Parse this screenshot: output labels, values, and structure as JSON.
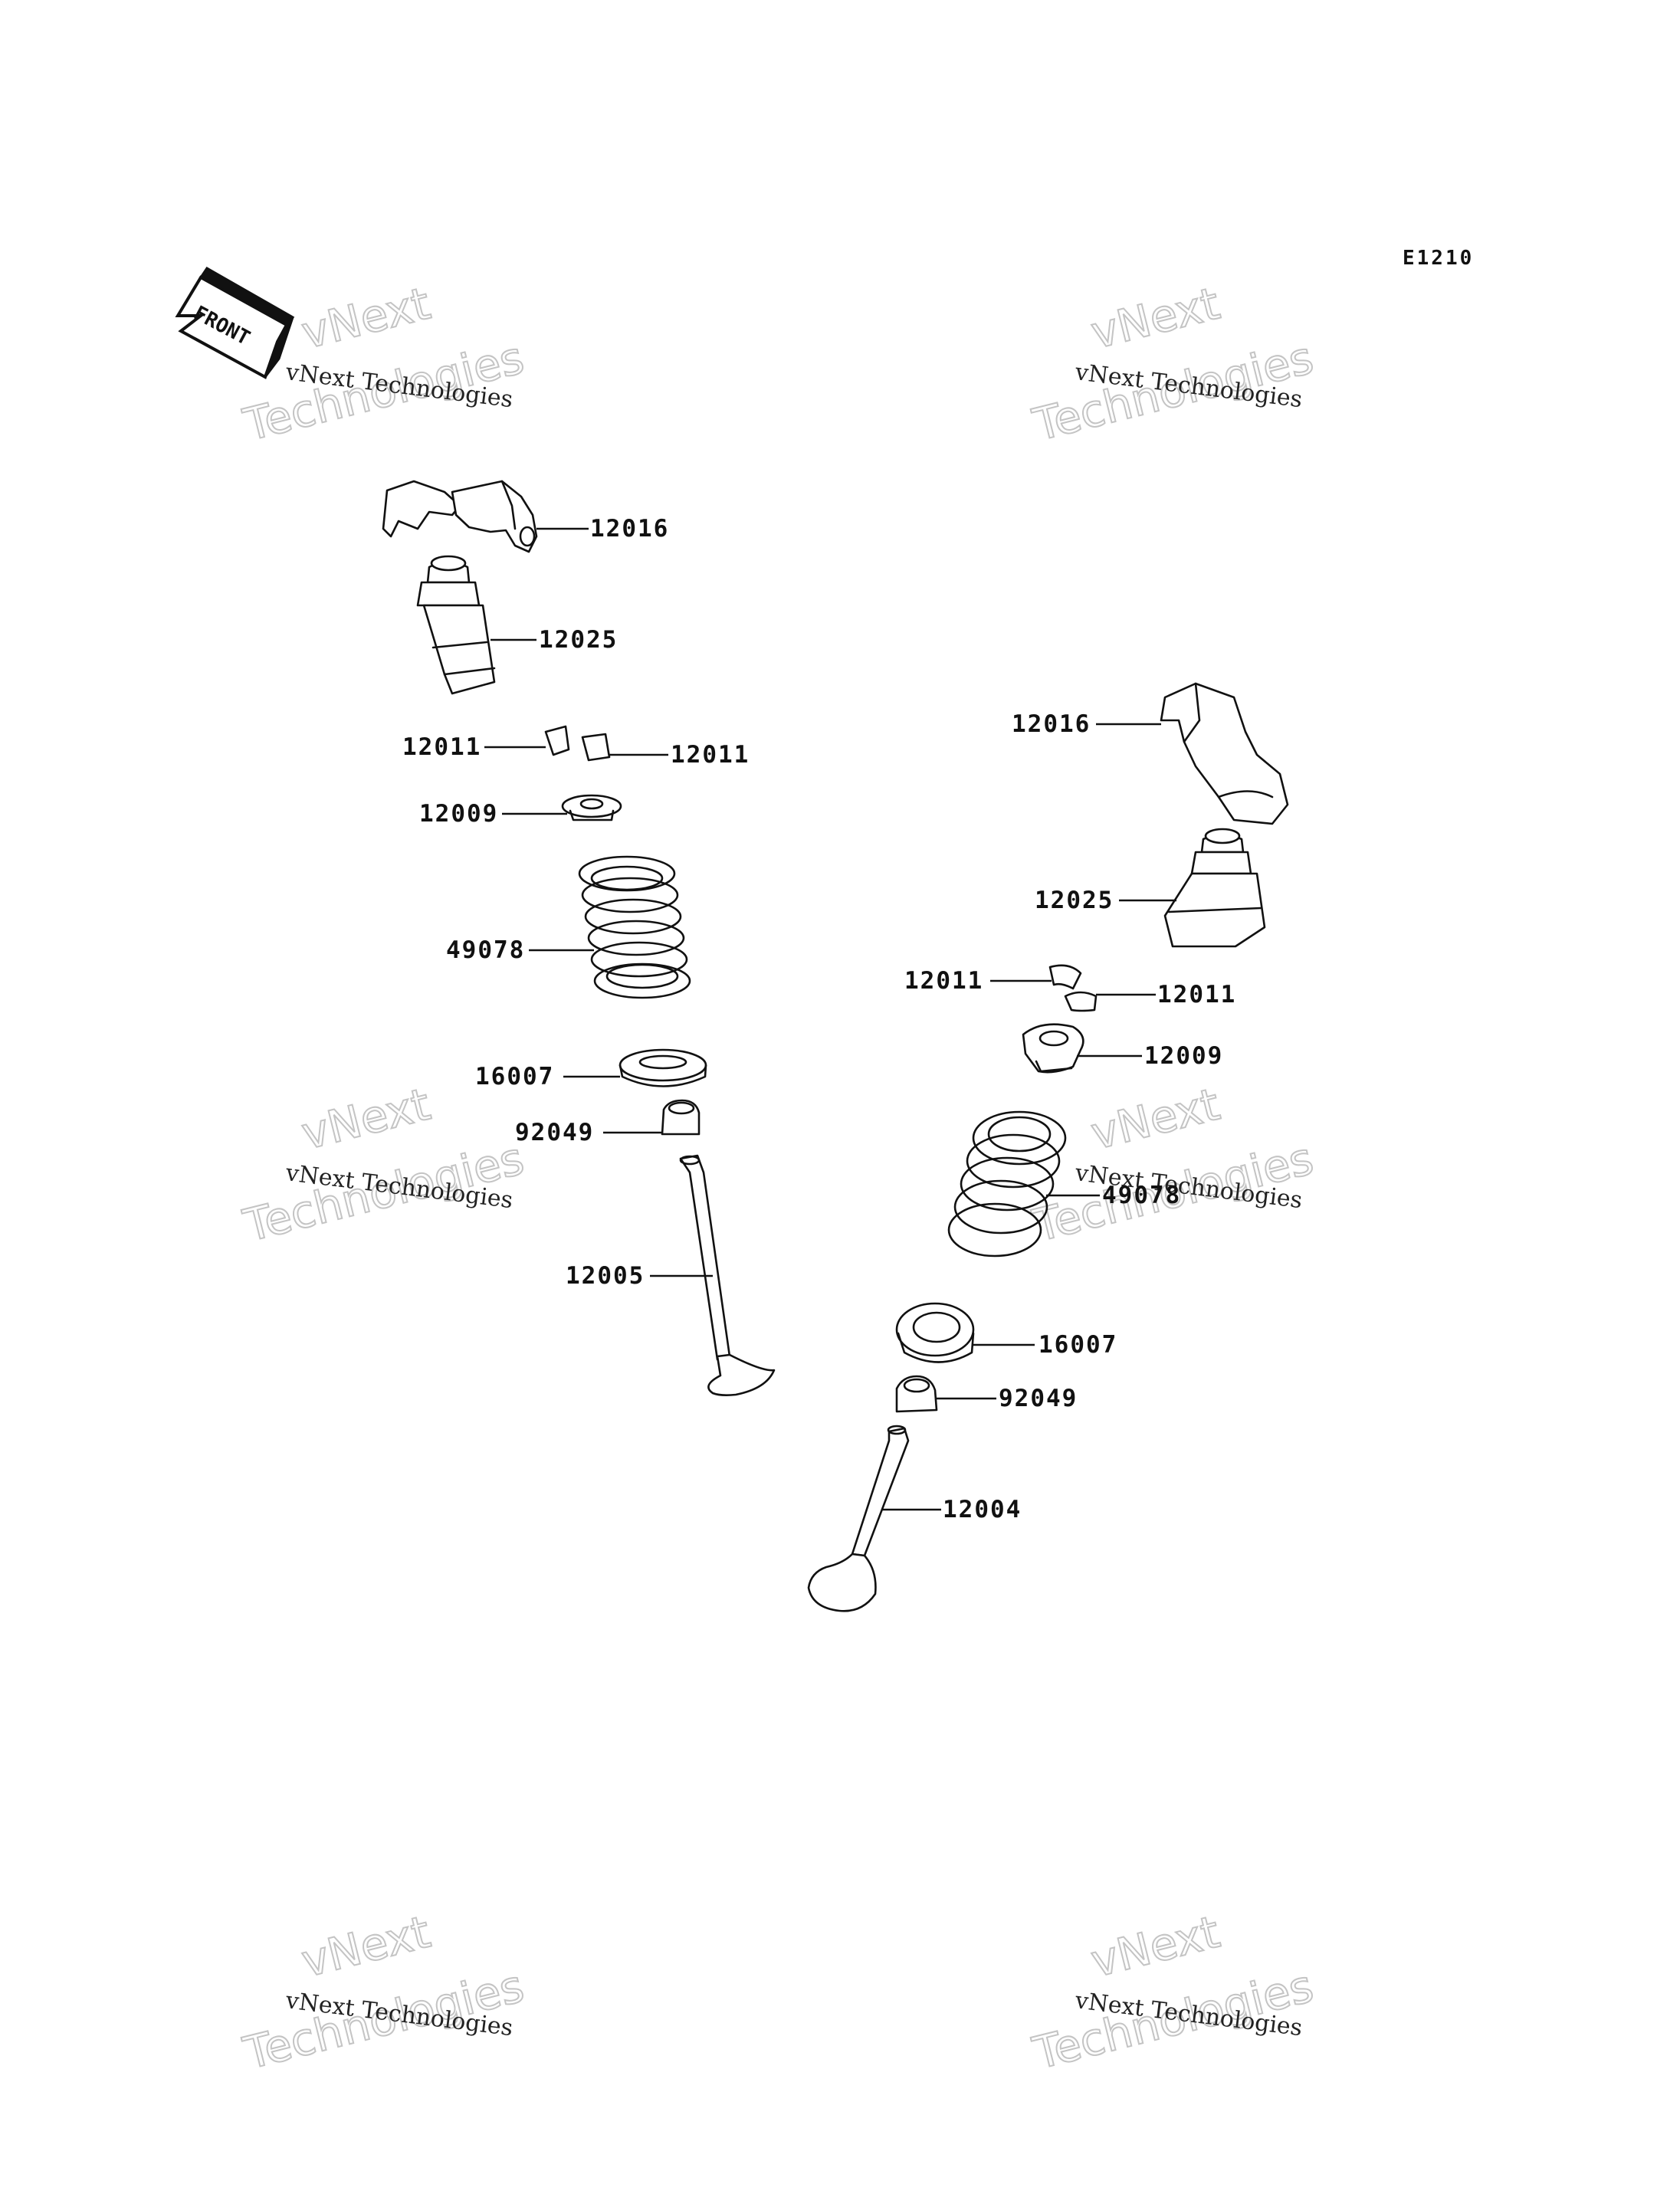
{
  "diagram_code": "E1210",
  "front_label": "FRONT",
  "watermark": {
    "line1": "vNext Technologies",
    "line2a": "vNext",
    "line2b": "Technologies"
  },
  "labels": {
    "left_12016": "12016",
    "left_12025": "12025",
    "left_12011_a": "12011",
    "left_12011_b": "12011",
    "left_12009": "12009",
    "left_49078": "49078",
    "left_16007": "16007",
    "left_92049": "92049",
    "left_12005": "12005",
    "right_12016": "12016",
    "right_12025": "12025",
    "right_12011_a": "12011",
    "right_12011_b": "12011",
    "right_12009": "12009",
    "right_49078": "49078",
    "right_16007": "16007",
    "right_92049": "92049",
    "right_12004": "12004"
  }
}
